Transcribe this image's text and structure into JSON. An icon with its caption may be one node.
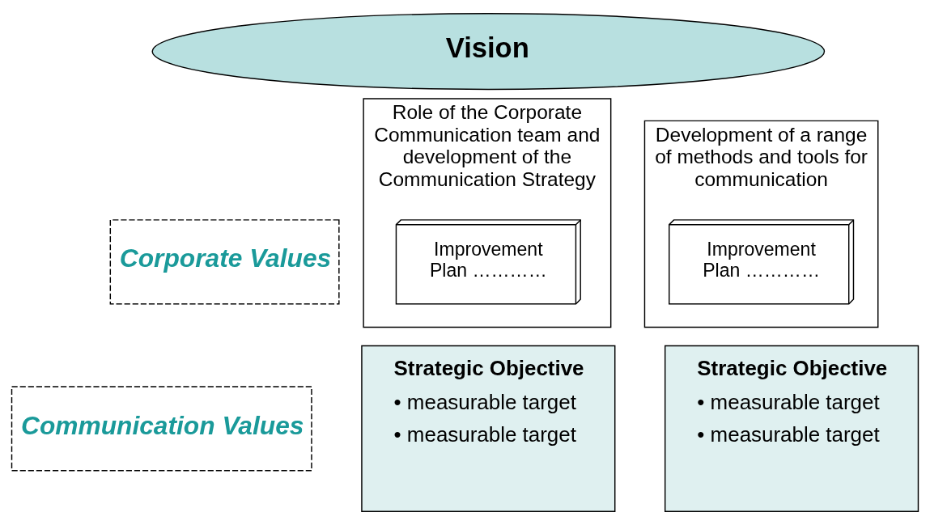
{
  "diagram": {
    "nodes": [
      {
        "text": [
          "Vision"
        ]
      },
      {
        "text": [
          "Corporate Values"
        ]
      },
      {
        "text": [
          "Communication Values"
        ]
      },
      {
        "text": [
          "Role of the Corporate Communication team and development of the Communication Strategy"
        ]
      },
      {
        "text": [
          "Improvement Plan …………"
        ],
        "in": 3
      },
      {
        "text": [
          "Development of a range of methods and tools for communication"
        ]
      },
      {
        "text": [
          "Improvement Plan …………"
        ],
        "in": 5
      },
      {
        "text": [
          "Strategic Objective",
          "• measurable target",
          "• measurable target"
        ]
      },
      {
        "text": [
          "Strategic Objective",
          "• measurable target",
          "• measurable target"
        ]
      }
    ]
  }
}
